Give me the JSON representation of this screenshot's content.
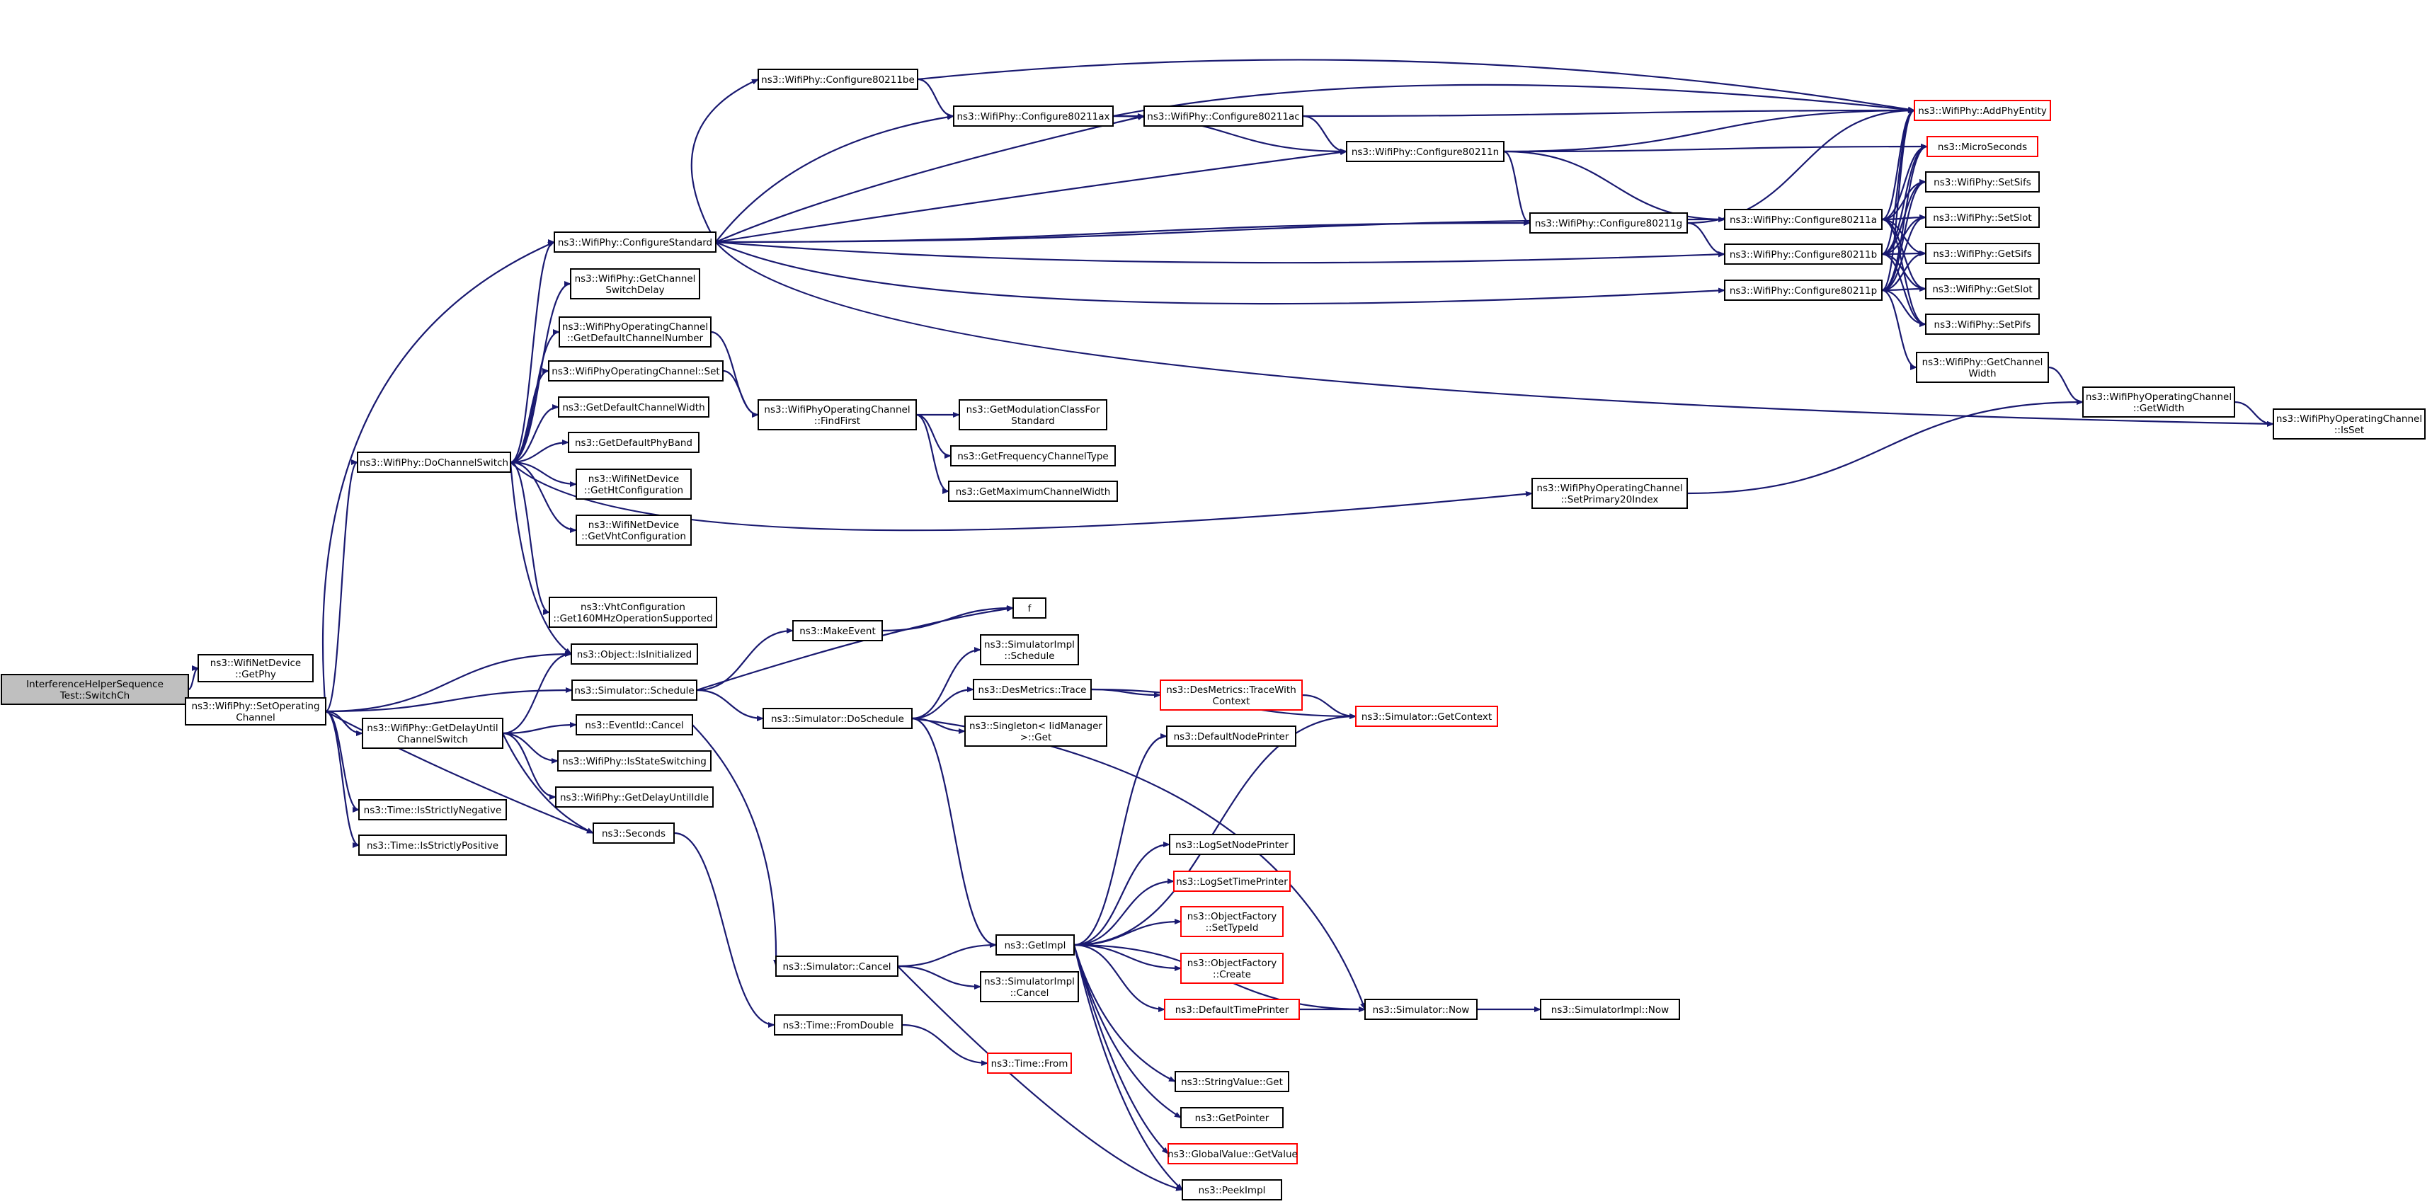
{
  "diagram": {
    "colors": {
      "edge": "#191970",
      "node_border": "#000000",
      "node_border_missing": "#ff0000",
      "root_fill": "#bfbfbf"
    },
    "nodes": [
      {
        "id": "root",
        "lines": [
          "InterferenceHelperSequence",
          "Test::SwitchCh"
        ],
        "style": "root"
      },
      {
        "id": "getphy",
        "lines": [
          "ns3::WifiNetDevice",
          "::GetPhy"
        ]
      },
      {
        "id": "setop",
        "lines": [
          "ns3::WifiPhy::SetOperating",
          "Channel"
        ]
      },
      {
        "id": "dochs",
        "lines": [
          "ns3::WifiPhy::DoChannelSwitch"
        ]
      },
      {
        "id": "cfgstd",
        "lines": [
          "ns3::WifiPhy::ConfigureStandard"
        ]
      },
      {
        "id": "getchsw",
        "lines": [
          "ns3::WifiPhy::GetChannel",
          "SwitchDelay"
        ]
      },
      {
        "id": "getdefchnum",
        "lines": [
          "ns3::WifiPhyOperatingChannel",
          "::GetDefaultChannelNumber"
        ]
      },
      {
        "id": "opchset",
        "lines": [
          "ns3::WifiPhyOperatingChannel::Set"
        ]
      },
      {
        "id": "getdefchw",
        "lines": [
          "ns3::GetDefaultChannelWidth"
        ]
      },
      {
        "id": "getdefband",
        "lines": [
          "ns3::GetDefaultPhyBand"
        ]
      },
      {
        "id": "getht",
        "lines": [
          "ns3::WifiNetDevice",
          "::GetHtConfiguration"
        ]
      },
      {
        "id": "getvht",
        "lines": [
          "ns3::WifiNetDevice",
          "::GetVhtConfiguration"
        ]
      },
      {
        "id": "vht160",
        "lines": [
          "ns3::VhtConfiguration",
          "::Get160MHzOperationSupported"
        ]
      },
      {
        "id": "isinit",
        "lines": [
          "ns3::Object::IsInitialized"
        ]
      },
      {
        "id": "schedule",
        "lines": [
          "ns3::Simulator::Schedule"
        ]
      },
      {
        "id": "getdelay",
        "lines": [
          "ns3::WifiPhy::GetDelayUntil",
          "ChannelSwitch"
        ]
      },
      {
        "id": "evcancel",
        "lines": [
          "ns3::EventId::Cancel"
        ]
      },
      {
        "id": "isstatesw",
        "lines": [
          "ns3::WifiPhy::IsStateSwitching"
        ]
      },
      {
        "id": "getdelayidle",
        "lines": [
          "ns3::WifiPhy::GetDelayUntilIdle"
        ]
      },
      {
        "id": "seconds",
        "lines": [
          "ns3::Seconds"
        ]
      },
      {
        "id": "strneg",
        "lines": [
          "ns3::Time::IsStrictlyNegative"
        ]
      },
      {
        "id": "strpos",
        "lines": [
          "ns3::Time::IsStrictlyPositive"
        ]
      },
      {
        "id": "cfg80211be",
        "lines": [
          "ns3::WifiPhy::Configure80211be"
        ]
      },
      {
        "id": "cfg80211ax",
        "lines": [
          "ns3::WifiPhy::Configure80211ax"
        ]
      },
      {
        "id": "cfg80211ac",
        "lines": [
          "ns3::WifiPhy::Configure80211ac"
        ]
      },
      {
        "id": "cfg80211n",
        "lines": [
          "ns3::WifiPhy::Configure80211n"
        ]
      },
      {
        "id": "cfg80211g",
        "lines": [
          "ns3::WifiPhy::Configure80211g"
        ]
      },
      {
        "id": "cfg80211a",
        "lines": [
          "ns3::WifiPhy::Configure80211a"
        ]
      },
      {
        "id": "cfg80211b",
        "lines": [
          "ns3::WifiPhy::Configure80211b"
        ]
      },
      {
        "id": "cfg80211p",
        "lines": [
          "ns3::WifiPhy::Configure80211p"
        ]
      },
      {
        "id": "addphy",
        "lines": [
          "ns3::WifiPhy::AddPhyEntity"
        ],
        "style": "red"
      },
      {
        "id": "micro",
        "lines": [
          "ns3::MicroSeconds"
        ],
        "style": "red"
      },
      {
        "id": "setsifs",
        "lines": [
          "ns3::WifiPhy::SetSifs"
        ]
      },
      {
        "id": "setslot",
        "lines": [
          "ns3::WifiPhy::SetSlot"
        ]
      },
      {
        "id": "getsifs",
        "lines": [
          "ns3::WifiPhy::GetSifs"
        ]
      },
      {
        "id": "getslot",
        "lines": [
          "ns3::WifiPhy::GetSlot"
        ]
      },
      {
        "id": "setpifs",
        "lines": [
          "ns3::WifiPhy::SetPifs"
        ]
      },
      {
        "id": "getchwidth",
        "lines": [
          "ns3::WifiPhy::GetChannel",
          "Width"
        ]
      },
      {
        "id": "opchgetwidth",
        "lines": [
          "ns3::WifiPhyOperatingChannel",
          "::GetWidth"
        ]
      },
      {
        "id": "opchisset",
        "lines": [
          "ns3::WifiPhyOperatingChannel",
          "::IsSet"
        ]
      },
      {
        "id": "findfirst",
        "lines": [
          "ns3::WifiPhyOperatingChannel",
          "::FindFirst"
        ]
      },
      {
        "id": "getmodclass",
        "lines": [
          "ns3::GetModulationClassFor",
          "Standard"
        ]
      },
      {
        "id": "getfreqtype",
        "lines": [
          "ns3::GetFrequencyChannelType"
        ]
      },
      {
        "id": "getmaxchw",
        "lines": [
          "ns3::GetMaximumChannelWidth"
        ]
      },
      {
        "id": "setprim20",
        "lines": [
          "ns3::WifiPhyOperatingChannel",
          "::SetPrimary20Index"
        ]
      },
      {
        "id": "makeevent",
        "lines": [
          "ns3::MakeEvent"
        ]
      },
      {
        "id": "f",
        "lines": [
          "f"
        ]
      },
      {
        "id": "simimplsched",
        "lines": [
          "ns3::SimulatorImpl",
          "::Schedule"
        ]
      },
      {
        "id": "dosched",
        "lines": [
          "ns3::Simulator::DoSchedule"
        ]
      },
      {
        "id": "desmetrics",
        "lines": [
          "ns3::DesMetrics::Trace"
        ]
      },
      {
        "id": "desmetricsctx",
        "lines": [
          "ns3::DesMetrics::TraceWith",
          "Context"
        ],
        "style": "red"
      },
      {
        "id": "getcontext",
        "lines": [
          "ns3::Simulator::GetContext"
        ],
        "style": "red"
      },
      {
        "id": "singleton",
        "lines": [
          "ns3::Singleton< IidManager",
          ">::Get"
        ]
      },
      {
        "id": "defnodeprinter",
        "lines": [
          "ns3::DefaultNodePrinter"
        ]
      },
      {
        "id": "logsetnode",
        "lines": [
          "ns3::LogSetNodePrinter"
        ]
      },
      {
        "id": "logsettime",
        "lines": [
          "ns3::LogSetTimePrinter"
        ],
        "style": "red"
      },
      {
        "id": "ofsettype",
        "lines": [
          "ns3::ObjectFactory",
          "::SetTypeId"
        ],
        "style": "red"
      },
      {
        "id": "ofcreate",
        "lines": [
          "ns3::ObjectFactory",
          "::Create"
        ],
        "style": "red"
      },
      {
        "id": "deftimeprinter",
        "lines": [
          "ns3::DefaultTimePrinter"
        ],
        "style": "red"
      },
      {
        "id": "simnow",
        "lines": [
          "ns3::Simulator::Now"
        ]
      },
      {
        "id": "simimplnow",
        "lines": [
          "ns3::SimulatorImpl::Now"
        ]
      },
      {
        "id": "getimpl",
        "lines": [
          "ns3::GetImpl"
        ]
      },
      {
        "id": "simcancel",
        "lines": [
          "ns3::Simulator::Cancel"
        ]
      },
      {
        "id": "simimplcancel",
        "lines": [
          "ns3::SimulatorImpl",
          "::Cancel"
        ]
      },
      {
        "id": "fromdouble",
        "lines": [
          "ns3::Time::FromDouble"
        ]
      },
      {
        "id": "timefrom",
        "lines": [
          "ns3::Time::From"
        ],
        "style": "red"
      },
      {
        "id": "strvalget",
        "lines": [
          "ns3::StringValue::Get"
        ]
      },
      {
        "id": "getpointer",
        "lines": [
          "ns3::GetPointer"
        ]
      },
      {
        "id": "gvgetvalue",
        "lines": [
          "ns3::GlobalValue::GetValue"
        ],
        "style": "red"
      },
      {
        "id": "peekimpl",
        "lines": [
          "ns3::PeekImpl"
        ]
      }
    ],
    "edges": [
      [
        "root",
        "getphy"
      ],
      [
        "root",
        "setop"
      ],
      [
        "setop",
        "dochs"
      ],
      [
        "setop",
        "cfgstd"
      ],
      [
        "setop",
        "isinit"
      ],
      [
        "setop",
        "schedule"
      ],
      [
        "setop",
        "getdelay"
      ],
      [
        "setop",
        "seconds"
      ],
      [
        "setop",
        "strneg"
      ],
      [
        "setop",
        "strpos"
      ],
      [
        "dochs",
        "cfgstd"
      ],
      [
        "dochs",
        "getchsw"
      ],
      [
        "dochs",
        "getdefchnum"
      ],
      [
        "dochs",
        "opchset"
      ],
      [
        "dochs",
        "getdefchw"
      ],
      [
        "dochs",
        "getdefband"
      ],
      [
        "dochs",
        "getht"
      ],
      [
        "dochs",
        "getvht"
      ],
      [
        "dochs",
        "vht160"
      ],
      [
        "dochs",
        "isinit"
      ],
      [
        "dochs",
        "setprim20"
      ],
      [
        "cfgstd",
        "cfg80211be"
      ],
      [
        "cfgstd",
        "cfg80211ax"
      ],
      [
        "cfgstd",
        "cfg80211ac"
      ],
      [
        "cfgstd",
        "cfg80211n"
      ],
      [
        "cfgstd",
        "cfg80211g"
      ],
      [
        "cfgstd",
        "cfg80211a"
      ],
      [
        "cfgstd",
        "cfg80211b"
      ],
      [
        "cfgstd",
        "cfg80211p"
      ],
      [
        "cfgstd",
        "opchisset"
      ],
      [
        "cfg80211be",
        "cfg80211ax"
      ],
      [
        "cfg80211be",
        "addphy"
      ],
      [
        "cfg80211ax",
        "cfg80211ac"
      ],
      [
        "cfg80211ax",
        "cfg80211n"
      ],
      [
        "cfg80211ax",
        "addphy"
      ],
      [
        "cfg80211ac",
        "cfg80211n"
      ],
      [
        "cfg80211ac",
        "addphy"
      ],
      [
        "cfg80211n",
        "cfg80211g"
      ],
      [
        "cfg80211n",
        "cfg80211a"
      ],
      [
        "cfg80211n",
        "addphy"
      ],
      [
        "cfg80211n",
        "micro"
      ],
      [
        "cfg80211g",
        "addphy"
      ],
      [
        "cfg80211g",
        "cfg80211b"
      ],
      [
        "cfg80211a",
        "addphy"
      ],
      [
        "cfg80211a",
        "micro"
      ],
      [
        "cfg80211a",
        "setsifs"
      ],
      [
        "cfg80211a",
        "setslot"
      ],
      [
        "cfg80211a",
        "getsifs"
      ],
      [
        "cfg80211a",
        "getslot"
      ],
      [
        "cfg80211a",
        "setpifs"
      ],
      [
        "cfg80211b",
        "addphy"
      ],
      [
        "cfg80211b",
        "micro"
      ],
      [
        "cfg80211b",
        "setsifs"
      ],
      [
        "cfg80211b",
        "setslot"
      ],
      [
        "cfg80211b",
        "getsifs"
      ],
      [
        "cfg80211b",
        "getslot"
      ],
      [
        "cfg80211b",
        "setpifs"
      ],
      [
        "cfg80211p",
        "addphy"
      ],
      [
        "cfg80211p",
        "micro"
      ],
      [
        "cfg80211p",
        "setsifs"
      ],
      [
        "cfg80211p",
        "setslot"
      ],
      [
        "cfg80211p",
        "getsifs"
      ],
      [
        "cfg80211p",
        "getslot"
      ],
      [
        "cfg80211p",
        "setpifs"
      ],
      [
        "cfg80211p",
        "getchwidth"
      ],
      [
        "getchwidth",
        "opchgetwidth"
      ],
      [
        "opchgetwidth",
        "opchisset"
      ],
      [
        "setprim20",
        "opchgetwidth"
      ],
      [
        "getdefchnum",
        "findfirst"
      ],
      [
        "opchset",
        "findfirst"
      ],
      [
        "findfirst",
        "getmodclass"
      ],
      [
        "findfirst",
        "getfreqtype"
      ],
      [
        "findfirst",
        "getmaxchw"
      ],
      [
        "getdelay",
        "isinit"
      ],
      [
        "getdelay",
        "evcancel"
      ],
      [
        "getdelay",
        "isstatesw"
      ],
      [
        "getdelay",
        "getdelayidle"
      ],
      [
        "getdelay",
        "seconds"
      ],
      [
        "schedule",
        "makeevent"
      ],
      [
        "schedule",
        "f"
      ],
      [
        "schedule",
        "dosched"
      ],
      [
        "makeevent",
        "f"
      ],
      [
        "evcancel",
        "simcancel"
      ],
      [
        "seconds",
        "fromdouble"
      ],
      [
        "fromdouble",
        "timefrom"
      ],
      [
        "dosched",
        "simimplsched"
      ],
      [
        "dosched",
        "desmetrics"
      ],
      [
        "dosched",
        "singleton"
      ],
      [
        "dosched",
        "getimpl"
      ],
      [
        "dosched",
        "simnow"
      ],
      [
        "desmetrics",
        "desmetricsctx"
      ],
      [
        "desmetrics",
        "getcontext"
      ],
      [
        "desmetricsctx",
        "getcontext"
      ],
      [
        "simcancel",
        "getimpl"
      ],
      [
        "simcancel",
        "simimplcancel"
      ],
      [
        "simcancel",
        "peekimpl"
      ],
      [
        "getimpl",
        "defnodeprinter"
      ],
      [
        "getimpl",
        "getcontext"
      ],
      [
        "getimpl",
        "logsetnode"
      ],
      [
        "getimpl",
        "logsettime"
      ],
      [
        "getimpl",
        "ofsettype"
      ],
      [
        "getimpl",
        "ofcreate"
      ],
      [
        "getimpl",
        "deftimeprinter"
      ],
      [
        "getimpl",
        "simnow"
      ],
      [
        "getimpl",
        "strvalget"
      ],
      [
        "getimpl",
        "getpointer"
      ],
      [
        "getimpl",
        "gvgetvalue"
      ],
      [
        "getimpl",
        "peekimpl"
      ],
      [
        "deftimeprinter",
        "simnow"
      ],
      [
        "simnow",
        "simimplnow"
      ]
    ]
  }
}
